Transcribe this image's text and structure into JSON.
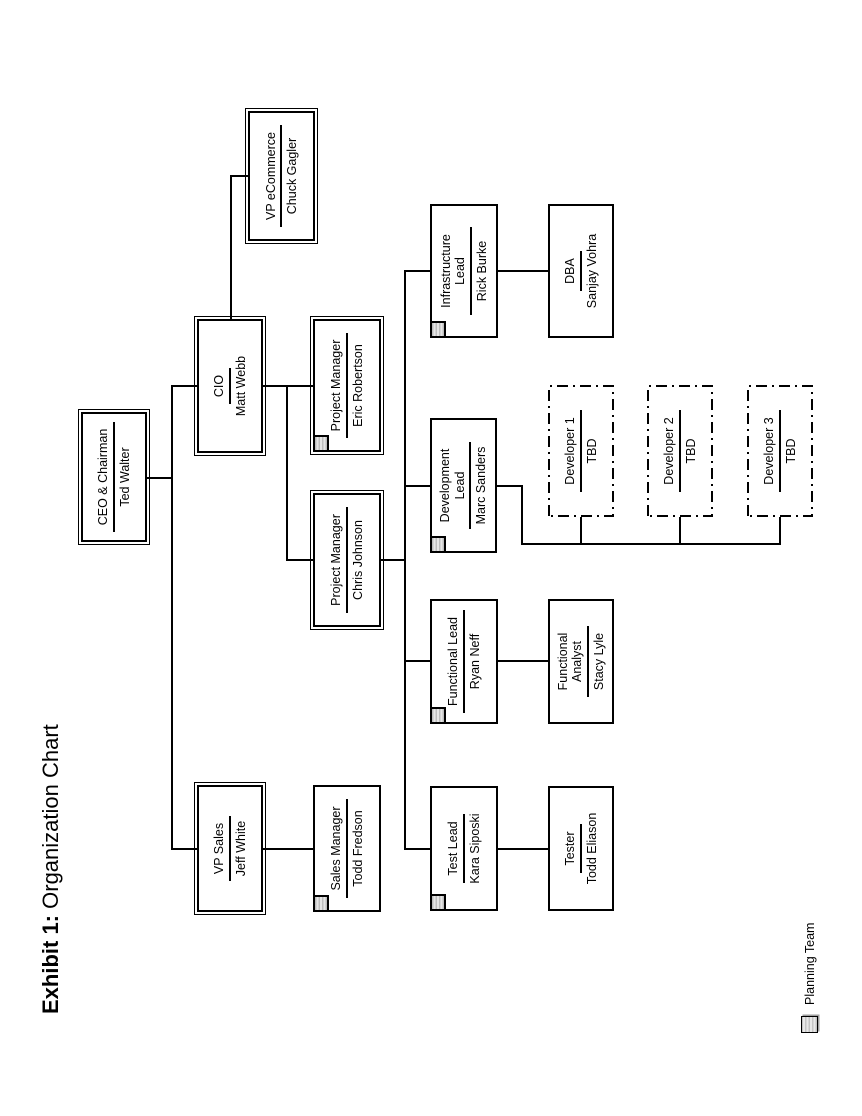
{
  "title": {
    "prefix": "Exhibit 1: ",
    "rest": "Organization Chart"
  },
  "legend": {
    "label": "Planning Team"
  },
  "colors": {
    "line": "#000000",
    "marker_fill": "#c9c9c9",
    "background": "#ffffff",
    "text": "#000000"
  },
  "org": {
    "nodes": [
      {
        "id": "ceo",
        "title": "CEO & Chairman",
        "name": "Ted Walter"
      },
      {
        "id": "vp-sales",
        "title": "VP Sales",
        "name": "Jeff White"
      },
      {
        "id": "cio",
        "title": "CIO",
        "name": "Matt Webb"
      },
      {
        "id": "vp-ecommerce",
        "title": "VP eCommerce",
        "name": "Chuck Gagler"
      },
      {
        "id": "sales-manager",
        "title": "Sales Manager",
        "name": "Todd Fredson",
        "planning_team": true
      },
      {
        "id": "project-manager-1",
        "title": "Project Manager",
        "name": "Chris Johnson"
      },
      {
        "id": "project-manager-2",
        "title": "Project Manager",
        "name": "Eric Robertson",
        "planning_team": true
      },
      {
        "id": "test-lead",
        "title": "Test Lead",
        "name": "Kara Siposki",
        "planning_team": true
      },
      {
        "id": "functional-lead",
        "title": "Functional Lead",
        "name": "Ryan Neff",
        "planning_team": true
      },
      {
        "id": "development-lead",
        "title": "Development",
        "title2": "Lead",
        "name": "Marc Sanders",
        "planning_team": true
      },
      {
        "id": "infrastructure-lead",
        "title": "Infrastructure",
        "title2": "Lead",
        "name": "Rick Burke",
        "planning_team": true
      },
      {
        "id": "tester",
        "title": "Tester",
        "name": "Todd Eliason"
      },
      {
        "id": "functional-analyst",
        "title": "Functional",
        "title2": "Analyst",
        "name": "Stacy Lyle"
      },
      {
        "id": "dba",
        "title": "DBA",
        "name": "Sanjay Vohra"
      },
      {
        "id": "developer-1",
        "title": "Developer 1",
        "name": "TBD"
      },
      {
        "id": "developer-2",
        "title": "Developer 2",
        "name": "TBD"
      },
      {
        "id": "developer-3",
        "title": "Developer 3",
        "name": "TBD"
      }
    ]
  }
}
